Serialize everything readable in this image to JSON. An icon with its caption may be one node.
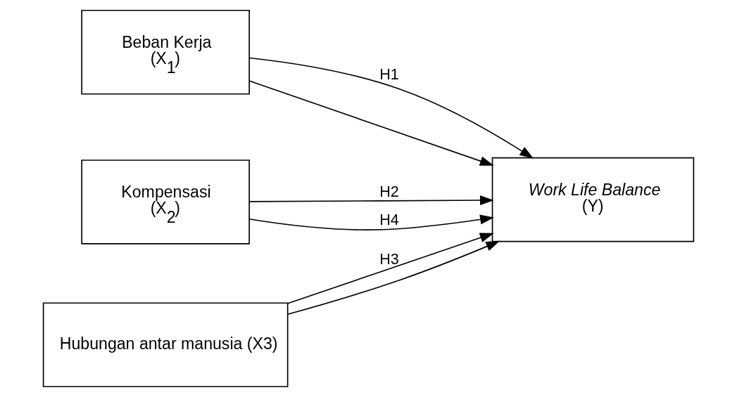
{
  "diagram": {
    "nodes": [
      {
        "text": [
          "Beban Kerja",
          "(X$_{1}$)"
        ]
      },
      {
        "text": [
          "Kompensasi",
          "(X$_{2}$)"
        ]
      },
      {
        "text": [
          "Hubungan antar manusia (X3)"
        ]
      },
      {
        "text": [
          "Work Life Balance",
          "(Y)"
        ]
      }
    ],
    "edges": [
      {
        "from": 0,
        "to": 3,
        "arrow": "to",
        "label": "H1"
      },
      {
        "from": 1,
        "to": 3,
        "arrow": "to",
        "label": "H2"
      },
      {
        "from": 2,
        "to": 3,
        "arrow": "to",
        "label": "H3"
      },
      {
        "from": 0,
        "to": 3,
        "arrow": "to"
      },
      {
        "from": 1,
        "to": 3,
        "arrow": "to",
        "label": "H4"
      },
      {
        "from": 2,
        "to": 3,
        "arrow": "to"
      }
    ]
  }
}
